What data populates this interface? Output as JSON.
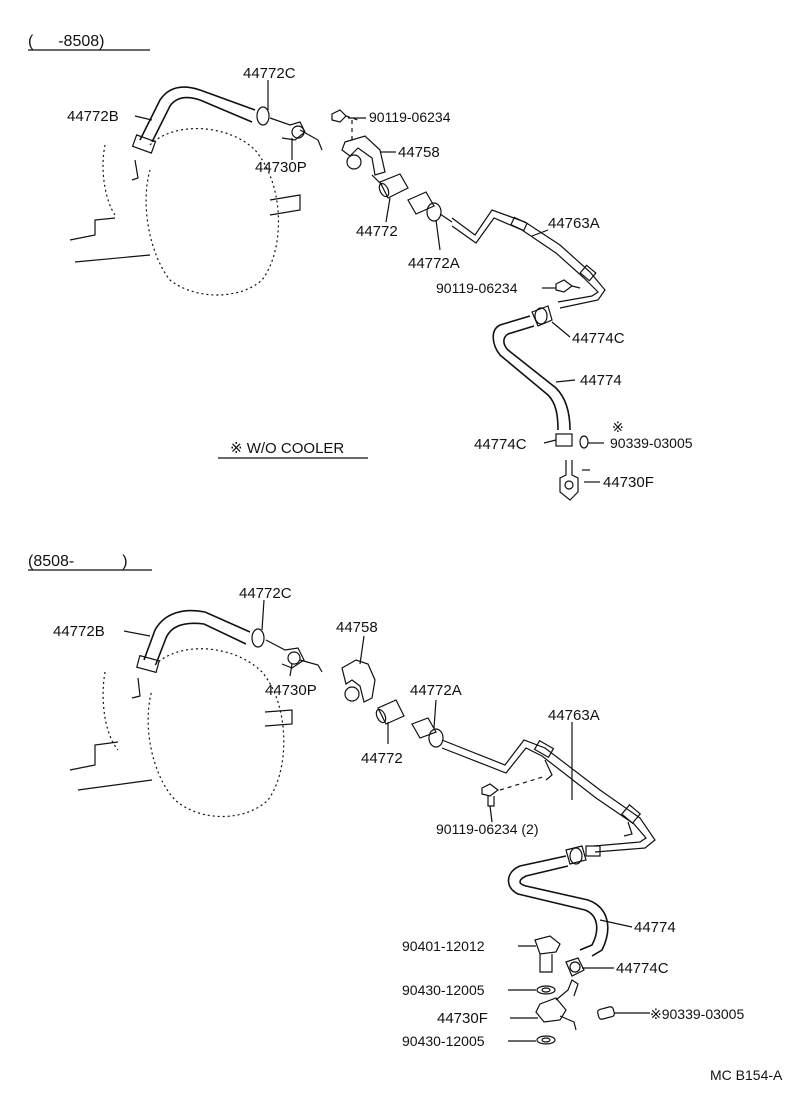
{
  "top": {
    "range": "( 　 -8508)",
    "labels": {
      "p44772c": "44772C",
      "p44772b": "44772B",
      "p44730p": "44730P",
      "p90119": "90119-06234",
      "p44758": "44758",
      "p44772": "44772",
      "p44772a": "44772A",
      "p44763a": "44763A",
      "p90119b": "90119-06234",
      "p44774c_a": "44774C",
      "p44774": "44774",
      "p44774c_b": "44774C",
      "p90339": "90339-03005",
      "p44730f": "44730F",
      "asterisk": "※"
    },
    "note": "※ W/O COOLER"
  },
  "bottom": {
    "range": "(8508-　　　)",
    "labels": {
      "p44772c": "44772C",
      "p44772b": "44772B",
      "p44758": "44758",
      "p44730p": "44730P",
      "p44772a": "44772A",
      "p44763a": "44763A",
      "p44772": "44772",
      "p90119": "90119-06234 (2)",
      "p44774": "44774",
      "p90401": "90401-12012",
      "p44774c": "44774C",
      "p90430a": "90430-12005",
      "p44730f": "44730F",
      "p90339": "※90339-03005",
      "p90430b": "90430-12005"
    }
  },
  "footer": {
    "code": "MC B154-A"
  }
}
